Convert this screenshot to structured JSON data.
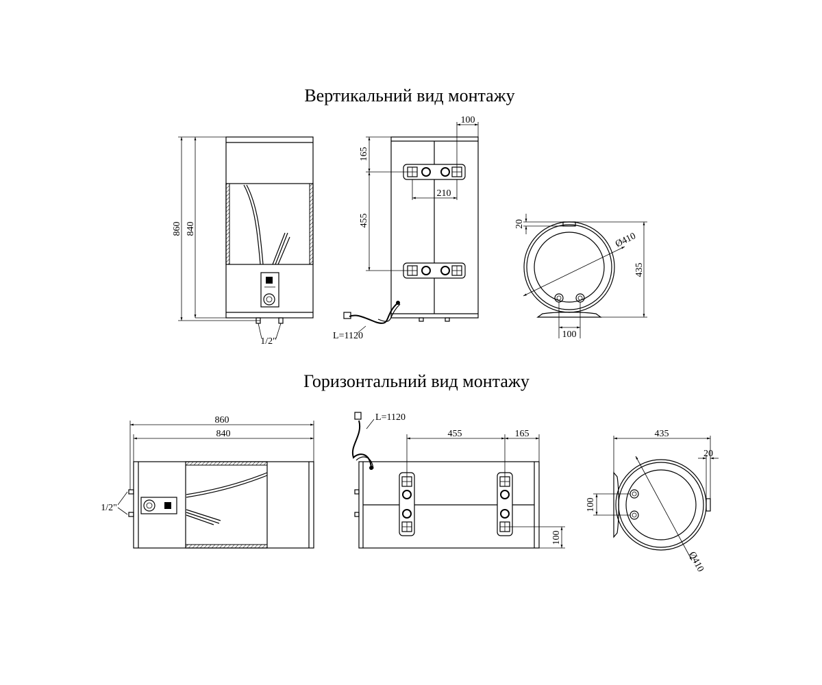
{
  "titles": {
    "vertical": "Вертикальний вид монтажу",
    "horizontal": "Горизонтальний вид монтажу"
  },
  "dims": {
    "v_860": "860",
    "v_840": "840",
    "v_half": "1/2\"",
    "v_100_top": "100",
    "v_165": "165",
    "v_210": "210",
    "v_455": "455",
    "v_cable": "L=1120",
    "v_20": "20",
    "v_d410": "Ø410",
    "v_435": "435",
    "v_100_bot": "100",
    "h_860": "860",
    "h_840": "840",
    "h_half": "1/2\"",
    "h_cable": "L=1120",
    "h_455": "455",
    "h_165": "165",
    "h_100_right": "100",
    "h_435": "435",
    "h_20": "20",
    "h_100_left": "100",
    "h_d410": "Ø410"
  }
}
